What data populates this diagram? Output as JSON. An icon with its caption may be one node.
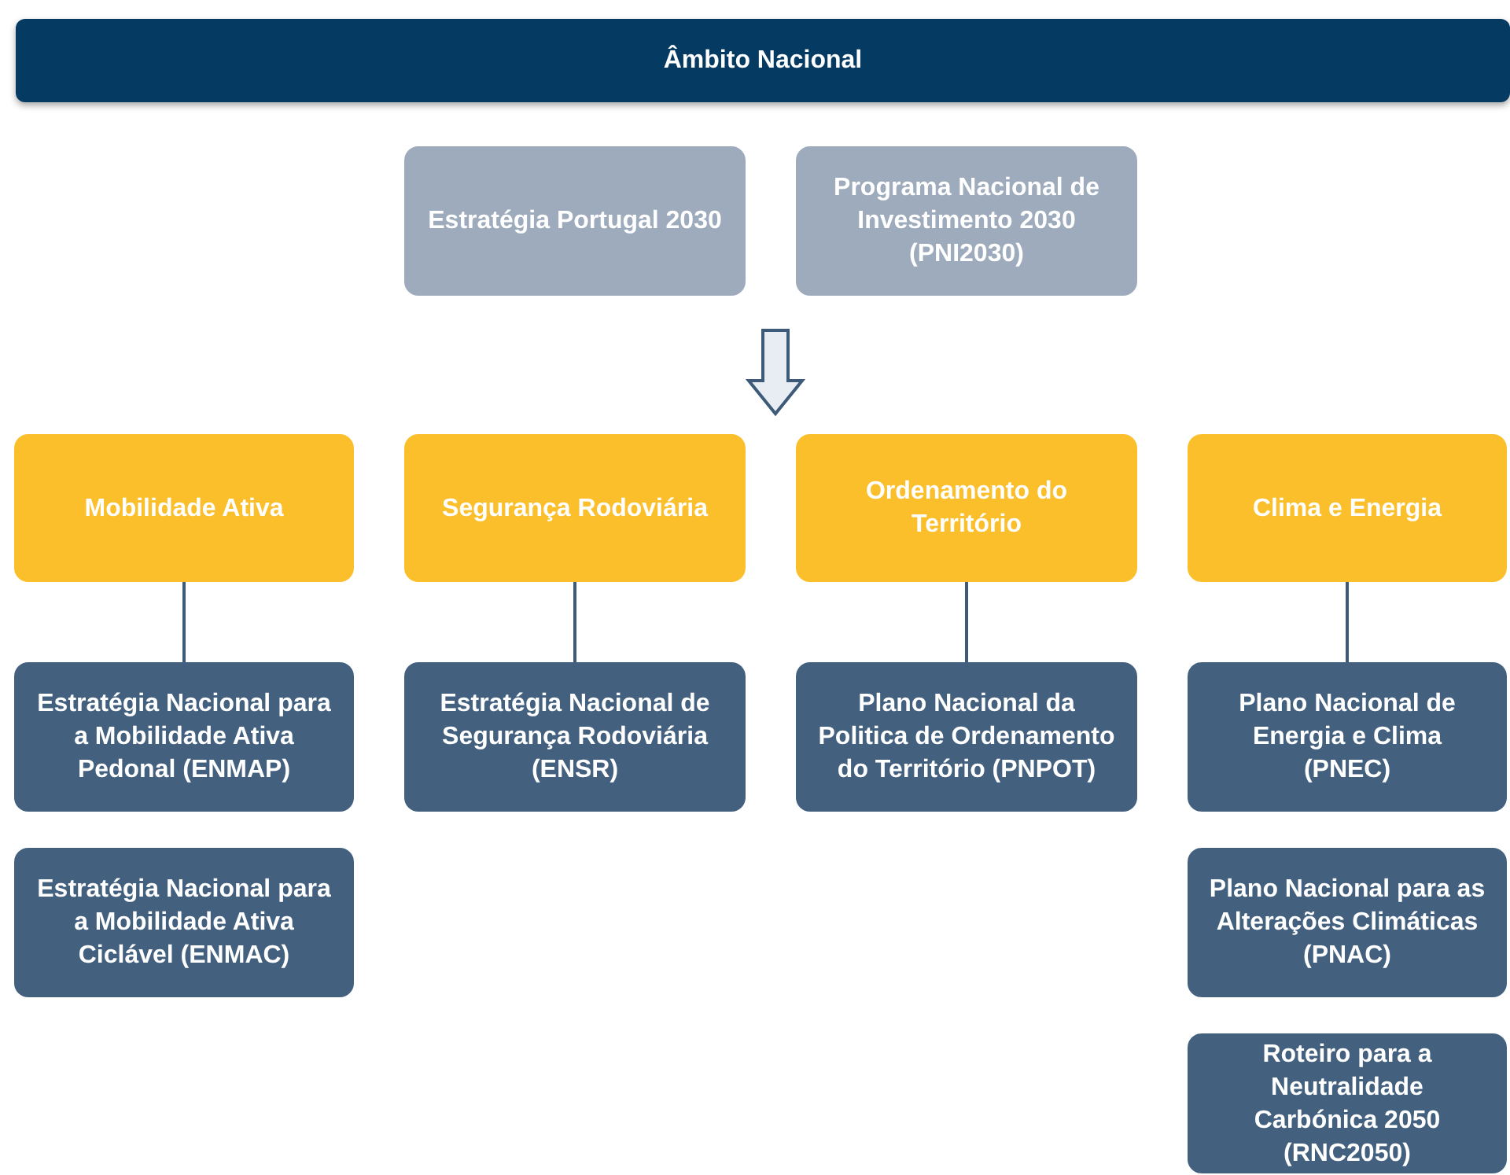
{
  "diagram": {
    "nodes": [
      {
        "text": [
          "Âmbito Nacional"
        ]
      },
      {
        "text": [
          "Estratégia Portugal 2030"
        ]
      },
      {
        "text": [
          "Programa Nacional de Investimento 2030 (PNI2030)"
        ]
      },
      {
        "text": [
          "Mobilidade Ativa"
        ]
      },
      {
        "text": [
          "Segurança Rodoviária"
        ]
      },
      {
        "text": [
          "Ordenamento do Território"
        ]
      },
      {
        "text": [
          "Clima e Energia"
        ]
      },
      {
        "text": [
          "Estratégia Nacional para a Mobilidade Ativa Pedonal (ENMAP)"
        ]
      },
      {
        "text": [
          "Estratégia Nacional para a Mobilidade Ativa Ciclável (ENMAC)"
        ]
      },
      {
        "text": [
          "Estratégia Nacional de Segurança Rodoviária (ENSR)"
        ]
      },
      {
        "text": [
          "Plano Nacional da Politica de Ordenamento do Território (PNPOT)"
        ]
      },
      {
        "text": [
          "Plano Nacional de Energia e Clima (PNEC)"
        ]
      },
      {
        "text": [
          "Plano Nacional para as Alterações Climáticas (PNAC)"
        ]
      },
      {
        "text": [
          "Roteiro para a Neutralidade Carbónica 2050 (RNC2050)"
        ]
      }
    ],
    "edges": [
      {
        "from": 2,
        "to": 5,
        "arrow": "to",
        "style": "thick"
      },
      {
        "from": 3,
        "to": 7,
        "arrow": "none"
      },
      {
        "from": 4,
        "to": 9,
        "arrow": "none"
      },
      {
        "from": 5,
        "to": 10,
        "arrow": "none"
      },
      {
        "from": 6,
        "to": 11,
        "arrow": "none"
      }
    ]
  }
}
